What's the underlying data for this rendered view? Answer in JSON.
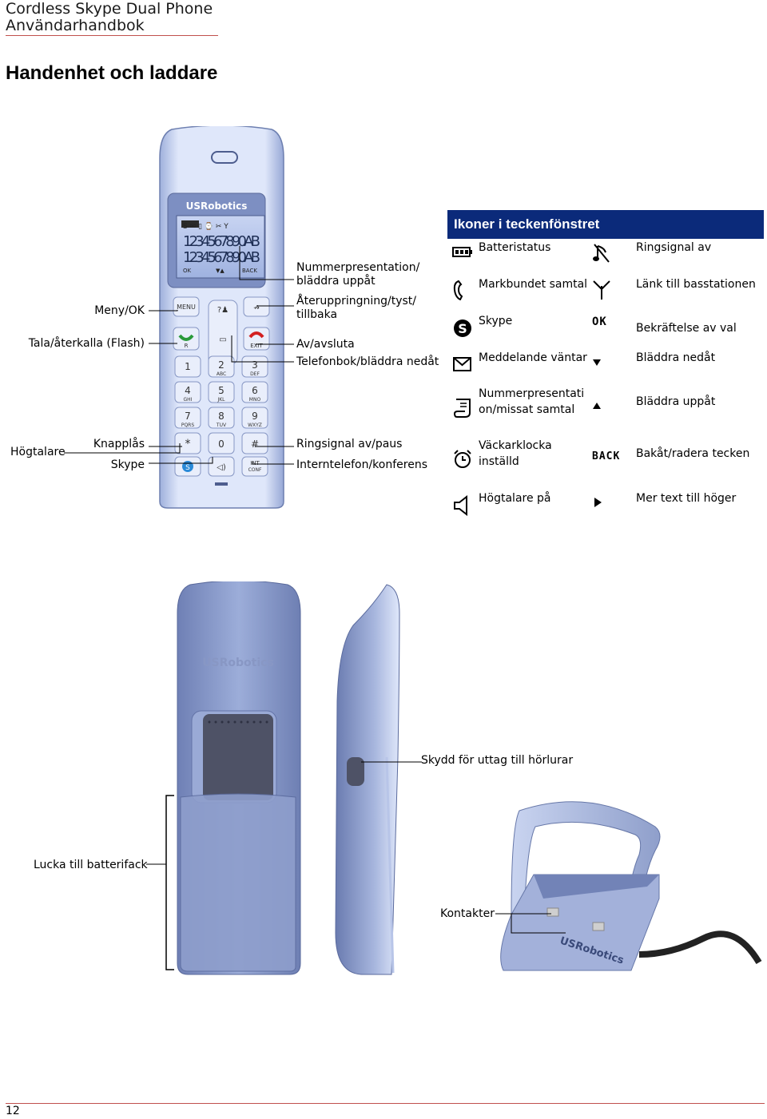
{
  "header": {
    "line1": "Cordless Skype Dual Phone",
    "line2": "Användarhandbok"
  },
  "section_title": "Handenhet och laddare",
  "handset": {
    "brand": "USRobotics",
    "display_line1": "1234567890AB",
    "display_line2": "1234567890AB",
    "softkey_left": "OK",
    "softkey_right": "BACK",
    "keys": {
      "menu": "MENU",
      "r": "R",
      "exit": "EXIT",
      "int": "INT",
      "conf": "CONF",
      "k1": "1",
      "k2": "2",
      "k2s": "ABC",
      "k3": "3",
      "k3s": "DEF",
      "k4": "4",
      "k4s": "GHI",
      "k5": "5",
      "k5s": "JKL",
      "k6": "6",
      "k6s": "MNO",
      "k7": "7",
      "k7s": "PQRS",
      "k8": "8",
      "k8s": "TUV",
      "k9": "9",
      "k9s": "WXYZ",
      "kstar": "*",
      "k0": "0",
      "khash": "#"
    }
  },
  "left_labels": {
    "menu_ok": "Meny/OK",
    "talk": "Tala/återkalla (Flash)",
    "speaker": "Högtalare",
    "keylock": "Knapplås",
    "skype": "Skype"
  },
  "right_labels": {
    "caller_id_up": "Nummerpresentation/",
    "caller_id_up2": "bläddra uppåt",
    "redial": "Återuppringning/tyst/",
    "redial2": "tillbaka",
    "end": "Av/avsluta",
    "phonebook": "Telefonbok/bläddra nedåt",
    "ringer": "Ringsignal av/paus",
    "intercom": "Interntelefon/konferens"
  },
  "icon_table": {
    "title": "Ikoner i teckenfönstret",
    "rows": [
      {
        "icon": "battery-icon",
        "label": "Batteristatus"
      },
      {
        "icon": "handset-icon",
        "label": "Markbundet samtal"
      },
      {
        "icon": "skype-icon",
        "label": "Skype"
      },
      {
        "icon": "envelope-icon",
        "label": "Meddelande väntar"
      },
      {
        "icon": "caller-list-icon",
        "label": "Nummerpresentati",
        "label2": "on/missat samtal"
      },
      {
        "icon": "alarm-clock-icon",
        "label": "Väckarklocka",
        "label2": "inställd"
      },
      {
        "icon": "speaker-icon",
        "label": "Högtalare på"
      }
    ],
    "rows_right": [
      {
        "icon": "ringer-off-icon",
        "label": "Ringsignal av"
      },
      {
        "icon": "antenna-icon",
        "label": "Länk till basstationen"
      },
      {
        "icon": "ok-icon",
        "glyph": "OK",
        "label": "Bekräftelse av val"
      },
      {
        "icon": "down-arrow-icon",
        "label": "Bläddra nedåt"
      },
      {
        "icon": "up-arrow-icon",
        "label": "Bläddra uppåt"
      },
      {
        "icon": "back-icon",
        "glyph": "BACK",
        "label": "Bakåt/radera tecken"
      },
      {
        "icon": "right-arrow-icon",
        "label": "Mer text till höger"
      }
    ]
  },
  "bottom_labels": {
    "headset": "Skydd för uttag till hörlurar",
    "battery_cover": "Lucka till batterifack",
    "contacts": "Kontakter",
    "back_brand": "USRobotics",
    "charger_brand": "USRobotics"
  },
  "page_number": "12",
  "colors": {
    "rule": "#c0504d",
    "table_header": "#0b2a7a",
    "handset_body": "#b9c6e6",
    "handset_dark": "#8e9fc9"
  }
}
